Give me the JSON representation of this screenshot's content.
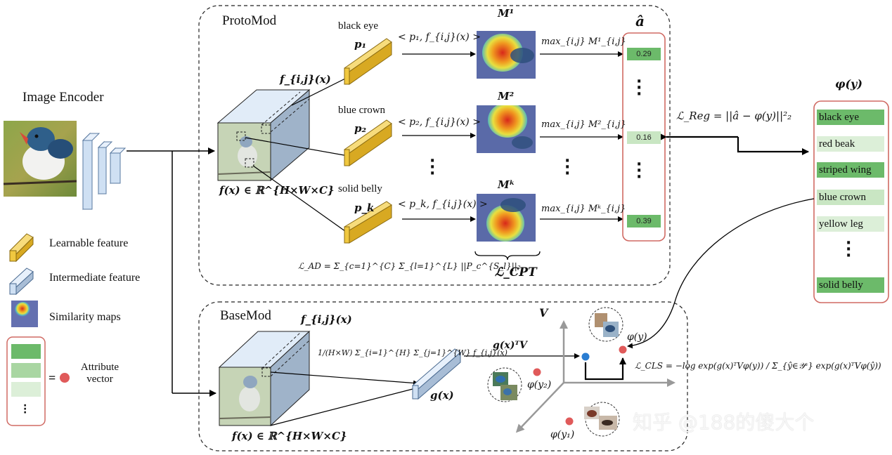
{
  "encoder": {
    "title": "Image Encoder"
  },
  "protomod": {
    "title": "ProtoMod",
    "fij": "f_{i,j}(x)",
    "fx": "f(x) ∈ ℝ^{H×W×C}",
    "prototypes": [
      {
        "name": "black eye",
        "symbol": "p₁",
        "inner": "< p₁, f_{i,j}(x) >",
        "map": "M¹",
        "max": "max_{i,j} M¹_{i,j}"
      },
      {
        "name": "blue crown",
        "symbol": "p₂",
        "inner": "< p₂, f_{i,j}(x) >",
        "map": "M²",
        "max": "max_{i,j} M²_{i,j}"
      },
      {
        "name": "solid belly",
        "symbol": "p_k",
        "inner": "< p_k, f_{i,j}(x) >",
        "map": "Mᵏ",
        "max": "max_{i,j} Mᵏ_{i,j}"
      }
    ],
    "l_ad": "ℒ_AD = Σ_{c=1}^{C} Σ_{l=1}^{L} ||P_c^{S_l}||₂",
    "l_cpt": "ℒ_CPT"
  },
  "a_hat": {
    "title": "â",
    "values": [
      "0.29",
      "0.16",
      "0.39"
    ]
  },
  "l_reg": "ℒ_Reg = ||â − φ(y)||²₂",
  "phi": {
    "title": "φ(y)",
    "attributes": [
      "black eye",
      "red beak",
      "striped wing",
      "blue crown",
      "yellow leg",
      "solid belly"
    ]
  },
  "basemod": {
    "title": "BaseMod",
    "fij": "f_{i,j}(x)",
    "fx": "f(x) ∈ ℝ^{H×W×C}",
    "pool": "1/(H×W) Σ_{i=1}^{H} Σ_{j=1}^{W} f_{i,j}(x)",
    "gx": "g(x)",
    "gxv": "g(x)ᵀV"
  },
  "space": {
    "axis": "V",
    "phi_y": "φ(y)",
    "phi_y1": "φ(y₁)",
    "phi_y2": "φ(y₂)"
  },
  "l_cls": "ℒ_CLS = −log exp(g(x)ᵀVφ(y)) / Σ_{ŷ∈𝒴ˢ} exp(g(x)ᵀVφ(ŷ))",
  "legend": {
    "learnable": "Learnable feature",
    "intermediate": "Intermediate feature",
    "similarity": "Similarity maps",
    "attribute": "Attribute vector",
    "equals": "="
  },
  "watermark": "知乎 @188的傻大个",
  "colors": {
    "learnable": "#f0c840",
    "intermediate": "#cfe0f3",
    "attr_dark": "#6cba6a",
    "attr_light": "#dcefd8",
    "box_red": "#d06a63",
    "dot_red": "#e05a5a",
    "dot_blue": "#2a7dd2"
  }
}
